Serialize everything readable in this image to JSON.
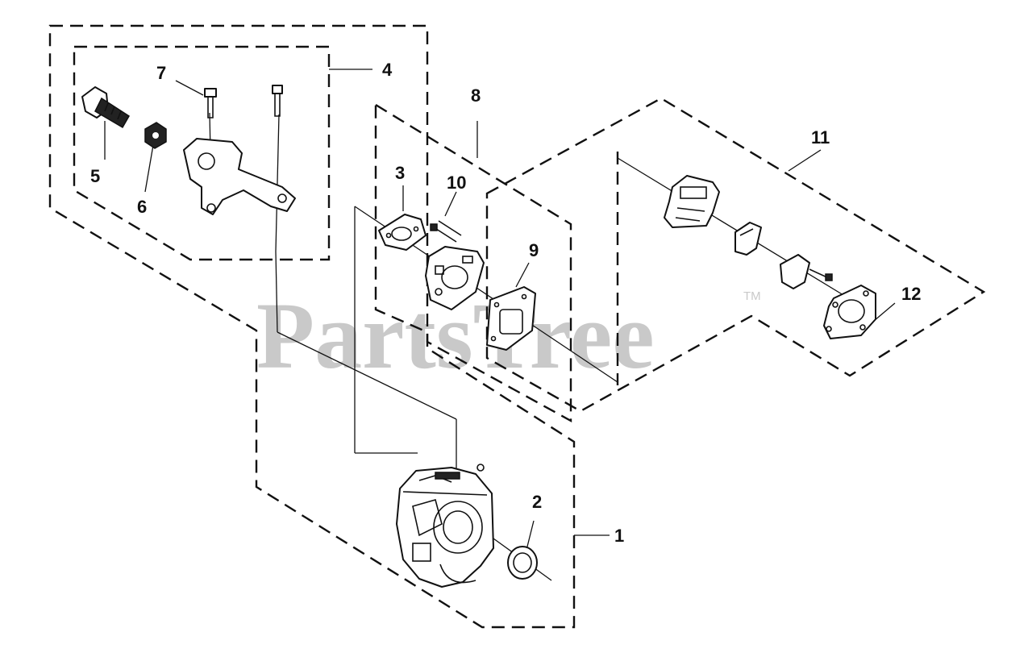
{
  "watermark": {
    "text": "PartsTree",
    "trademark": "TM"
  },
  "callouts": {
    "c1": "1",
    "c2": "2",
    "c3": "3",
    "c4": "4",
    "c5": "5",
    "c6": "6",
    "c7": "7",
    "c8": "8",
    "c9": "9",
    "c10": "10",
    "c11": "11",
    "c12": "12"
  },
  "colors": {
    "line": "#111111",
    "watermark": "#c9c9c9",
    "background": "#ffffff"
  }
}
